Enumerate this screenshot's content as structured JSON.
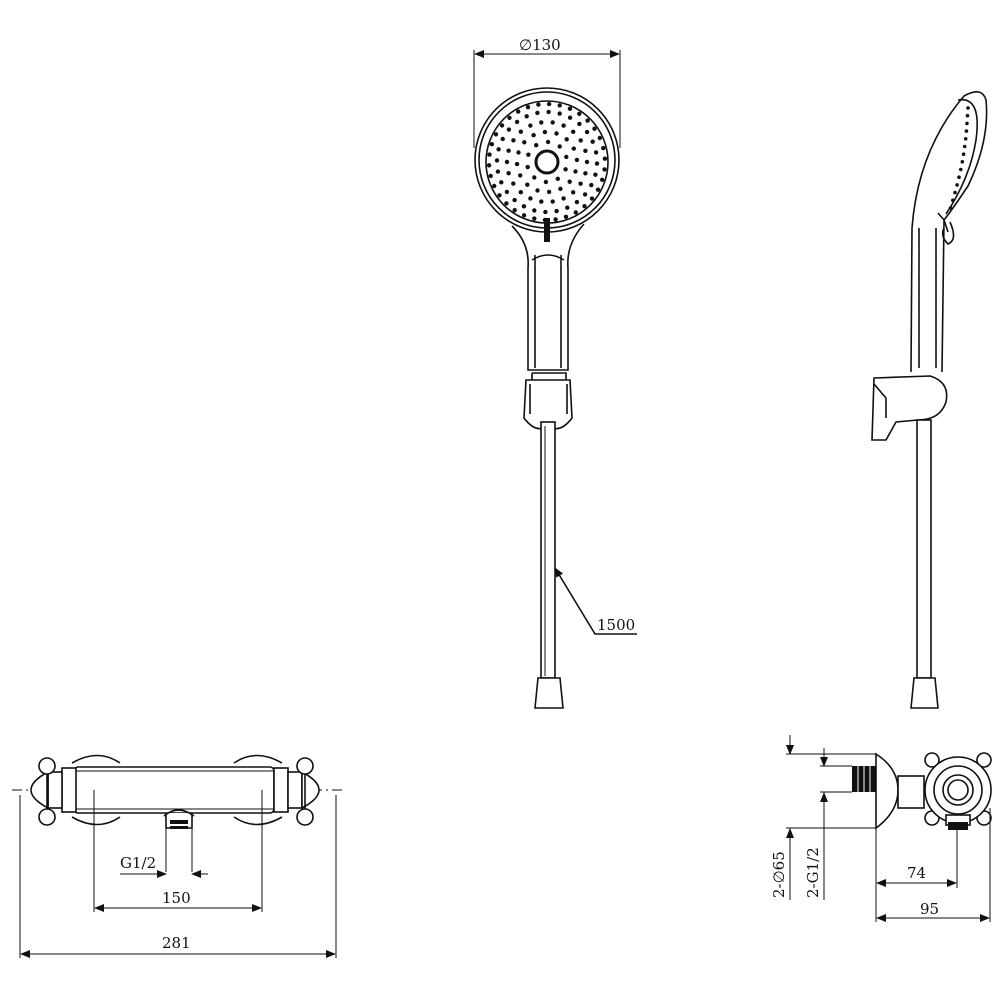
{
  "dimensions": {
    "head_diameter": "∅130",
    "hose_length": "1500",
    "inlet_thread_front": "G1/2",
    "inlet_spacing": "150",
    "overall_width": "281",
    "cover_diameter": "2-∅65",
    "inlet_thread_side": "2-G1/2",
    "depth_to_outlet": "74",
    "overall_depth": "95"
  }
}
